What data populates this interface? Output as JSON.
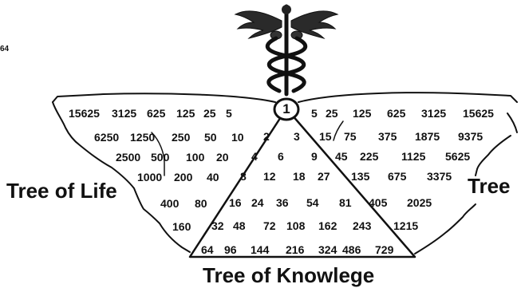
{
  "corner_label": "64",
  "apex_value": "1",
  "labels": {
    "left": "Tree of Life",
    "right": "Tree",
    "bottom": "Tree of Knowlege"
  },
  "left_tree": [
    [
      "15625",
      "3125",
      "625",
      "125",
      "25",
      "5"
    ],
    [
      "6250",
      "1250",
      "250",
      "50",
      "10"
    ],
    [
      "2500",
      "500",
      "100",
      "20"
    ],
    [
      "1000",
      "200",
      "40"
    ],
    [
      "400",
      "80"
    ],
    [
      "160"
    ]
  ],
  "right_tree": [
    [
      "5",
      "25",
      "125",
      "625",
      "3125",
      "15625"
    ],
    [
      "15",
      "75",
      "375",
      "1875",
      "9375"
    ],
    [
      "45",
      "225",
      "1125",
      "5625"
    ],
    [
      "135",
      "675",
      "3375"
    ],
    [
      "405",
      "2025"
    ],
    [
      "1215"
    ]
  ],
  "knowledge_triangle": [
    [
      "2",
      "3"
    ],
    [
      "4",
      "6",
      "9"
    ],
    [
      "8",
      "12",
      "18",
      "27"
    ],
    [
      "16",
      "24",
      "36",
      "54",
      "81"
    ],
    [
      "32",
      "48",
      "72",
      "108",
      "162",
      "243"
    ],
    [
      "64",
      "96",
      "144",
      "216",
      "324",
      "486",
      "729"
    ]
  ],
  "icons": [
    "caduceus-icon"
  ]
}
